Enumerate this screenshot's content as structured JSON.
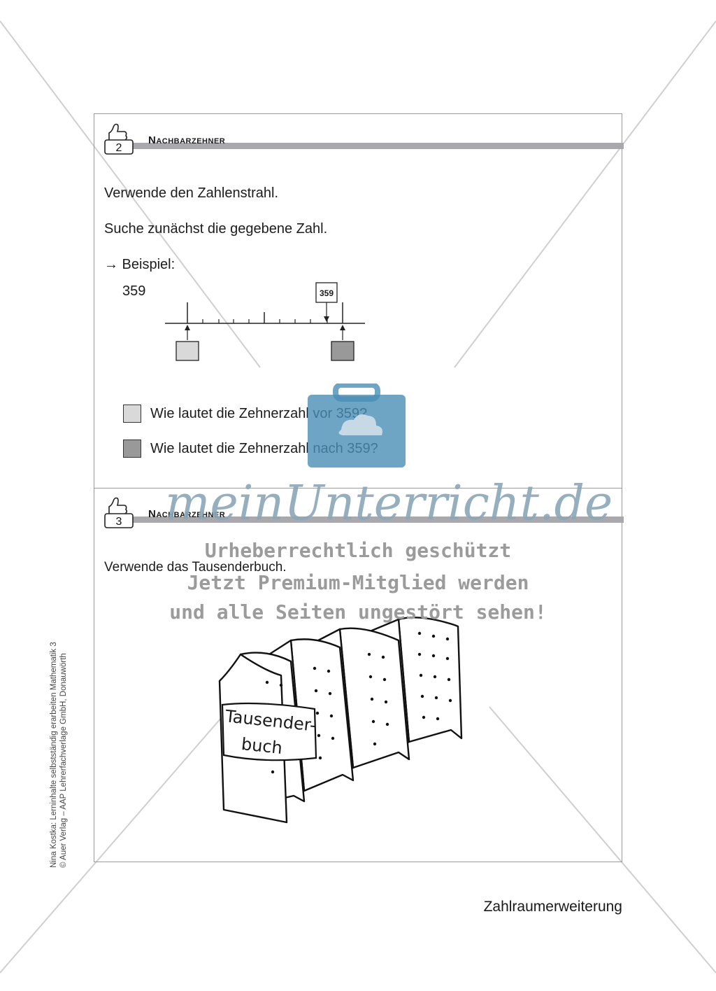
{
  "card2": {
    "number": "2",
    "title": "Nachbarzehner",
    "line1": "Verwende den Zahlenstrahl.",
    "line2": "Suche zunächst die gegebene Zahl.",
    "example_label": "→ Beispiel:",
    "example_number": "359",
    "marker_label": "359",
    "question1": "Wie lautet die Zehnerzahl vor 359?",
    "question2": "Wie lautet die Zehnerzahl nach 359?"
  },
  "card3": {
    "number": "3",
    "title": "Nachbarzehner",
    "line1": "Verwende das Tausenderbuch.",
    "book_label_1": "Tausender-",
    "book_label_2": "buch"
  },
  "watermark": {
    "brand": "meinUnterricht.de",
    "line1": "Urheberrechtlich geschützt",
    "line2": "Jetzt Premium-Mitglied werden",
    "line3": "und alle Seiten ungestört sehen!"
  },
  "side_credit": {
    "line1": "Nina Kostka: Lerninhalte selbstständig erarbeiten Mathematik 3",
    "line2": "© Auer Verlag – AAP Lehrerfachverlage GmbH, Donauwörth"
  },
  "footer": "Zahlraumerweiterung",
  "colors": {
    "light_box": "#d9d9d9",
    "dark_box": "#999999",
    "header_bar": "#a9a9ad",
    "briefcase": "#4a8fb5"
  }
}
